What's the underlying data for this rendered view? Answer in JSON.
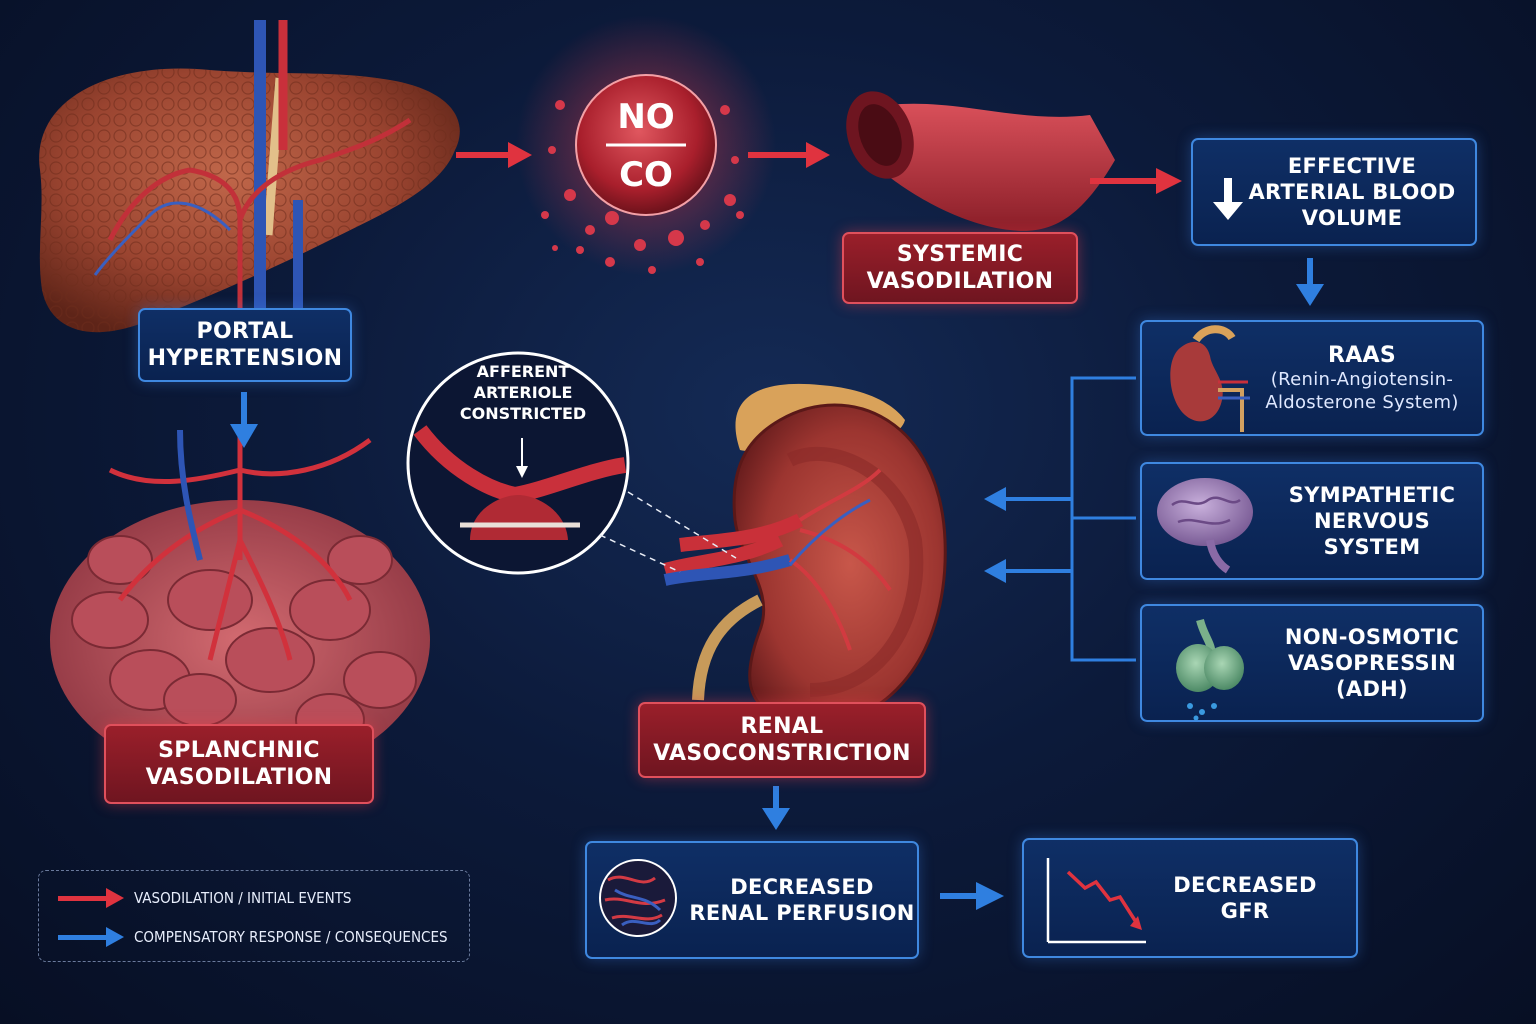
{
  "nodes": {
    "no_label": "NO",
    "co_label": "CO",
    "portal_hypertension": [
      "PORTAL",
      "HYPERTENSION"
    ],
    "systemic_vasodilation": [
      "SYSTEMIC",
      "VASODILATION"
    ],
    "effective_arterial": [
      "EFFECTIVE",
      "ARTERIAL BLOOD",
      "VOLUME"
    ],
    "raas_title": "RAAS",
    "raas_sub": [
      "(Renin-Angiotensin-",
      "Aldosterone System)"
    ],
    "sympathetic": [
      "SYMPATHETIC",
      "NERVOUS SYSTEM"
    ],
    "vasopressin": [
      "NON-OSMOTIC",
      "VASOPRESSIN",
      "(ADH)"
    ],
    "afferent": [
      "AFFERENT",
      "ARTERIOLE",
      "CONSTRICTED"
    ],
    "renal_vasoconstriction": [
      "RENAL",
      "VASOCONSTRICTION"
    ],
    "splanchnic_vasodilation": [
      "SPLANCHNIC",
      "VASODILATION"
    ],
    "decreased_perfusion": [
      "DECREASED",
      "RENAL PERFUSION"
    ],
    "decreased_gfr": [
      "DECREASED",
      "GFR"
    ]
  },
  "legend": {
    "red": "VASODILATION / INITIAL EVENTS",
    "blue": "COMPENSATORY RESPONSE / CONSEQUENCES"
  },
  "colors": {
    "red_arrow": "#e0333f",
    "blue_arrow": "#2f7fe0",
    "red_box": "#8a1c26",
    "blue_box": "#0d2a5c"
  }
}
